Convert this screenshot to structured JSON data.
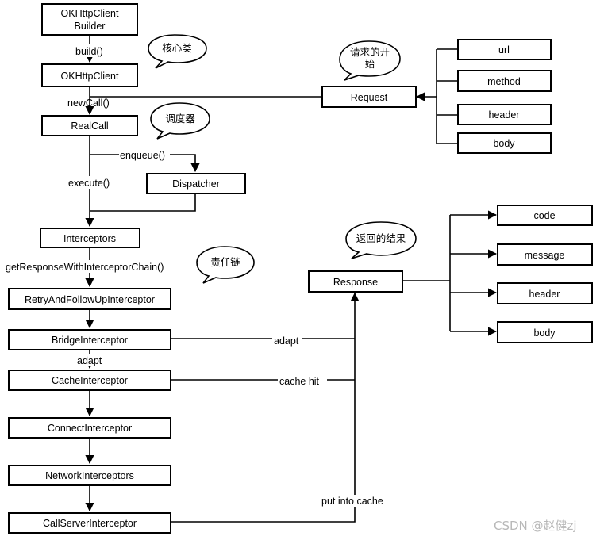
{
  "nodes": {
    "builder": [
      "OKHttpClient",
      "Builder"
    ],
    "okhttpclient": [
      "OKHttpClient"
    ],
    "realcall": [
      "RealCall"
    ],
    "dispatcher": [
      "Dispatcher"
    ],
    "interceptors": [
      "Interceptors"
    ],
    "request": [
      "Request"
    ],
    "url": [
      "url"
    ],
    "method": [
      "method"
    ],
    "req_header": [
      "header"
    ],
    "req_body": [
      "body"
    ],
    "response": [
      "Response"
    ],
    "code": [
      "code"
    ],
    "message": [
      "message"
    ],
    "resp_header": [
      "header"
    ],
    "resp_body": [
      "body"
    ],
    "retry": [
      "RetryAndFollowUpInterceptor"
    ],
    "bridge": [
      "BridgeInterceptor"
    ],
    "cache": [
      "CacheInterceptor"
    ],
    "connect": [
      "ConnectInterceptor"
    ],
    "network": [
      "NetworkInterceptors"
    ],
    "callserver": [
      "CallServerInterceptor"
    ]
  },
  "edge_labels": {
    "build": "build()",
    "newcall": "newCall()",
    "enqueue": "enqueue()",
    "execute": "execute()",
    "chain": "getResponseWithInterceptorChain()",
    "adapt_vertical": "adapt",
    "adapt_horizontal": "adapt",
    "cache_hit": "cache hit",
    "put_into_cache": "put into cache"
  },
  "bubbles": {
    "core_class": [
      "核心类"
    ],
    "request_start": [
      "请求的开",
      "始"
    ],
    "scheduler": [
      "调度器"
    ],
    "chain_of_responsibility": [
      "责任链"
    ],
    "returned_result": [
      "返回的结果"
    ]
  },
  "watermark": "CSDN @赵健zj",
  "colors": {
    "stroke": "#000000",
    "fill": "#ffffff",
    "watermark": "#b8b8b8"
  }
}
